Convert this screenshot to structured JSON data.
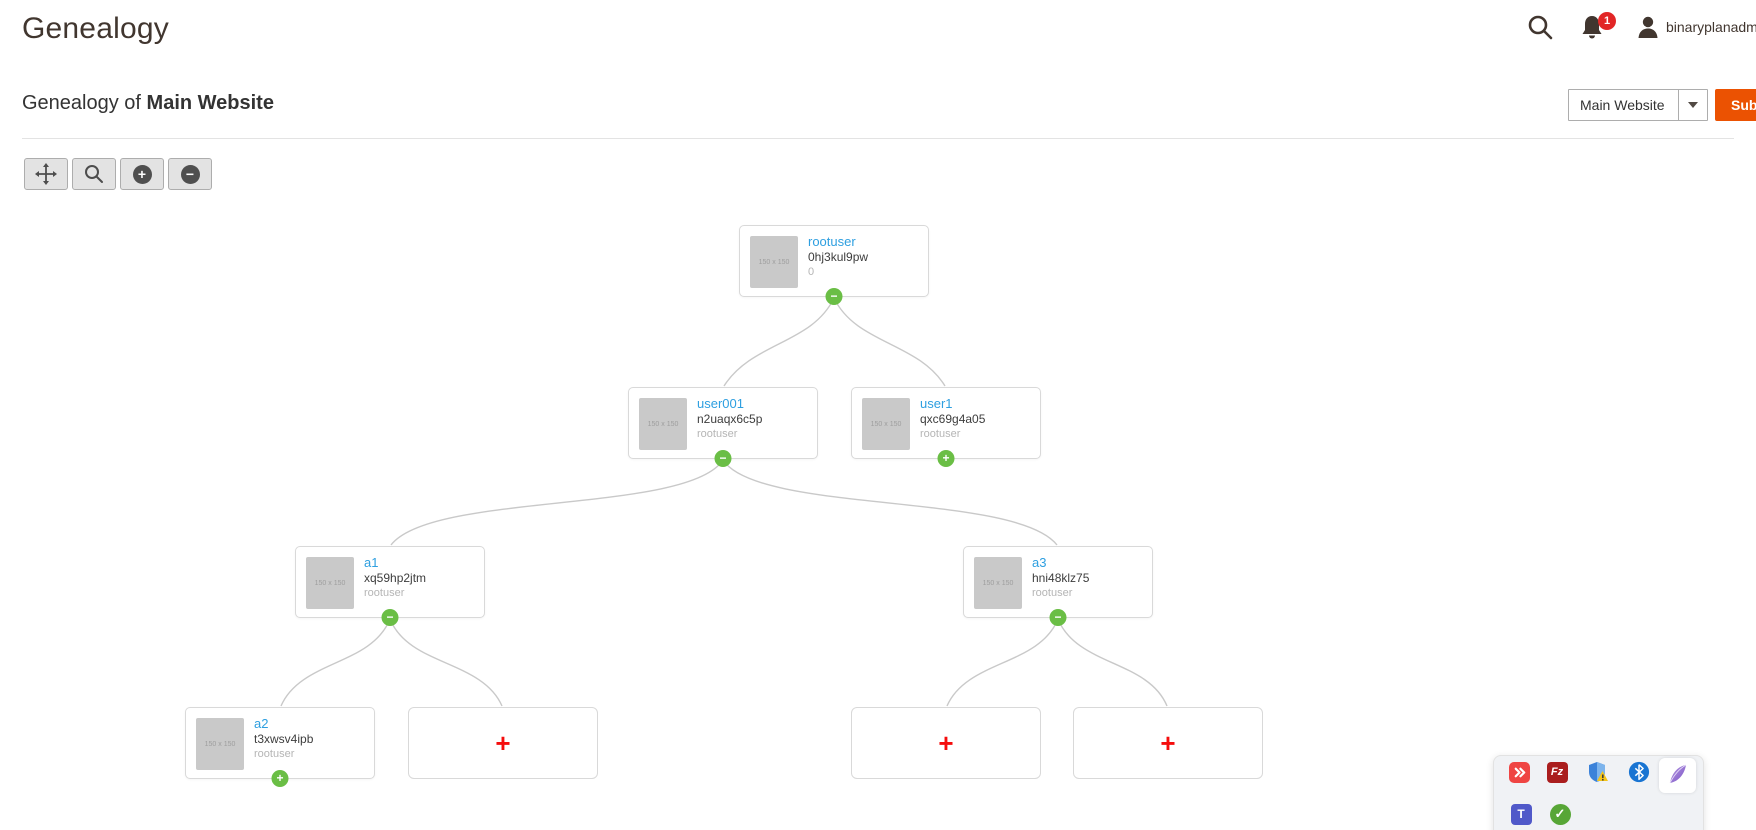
{
  "header": {
    "title": "Genealogy",
    "username": "binaryplanadmi",
    "notification_count": "1"
  },
  "subheader": {
    "prefix": "Genealogy of ",
    "website_name": "Main Website"
  },
  "controls": {
    "website_selector_value": "Main Website",
    "submit_label": "Submit"
  },
  "tree_toolbar": {
    "zoom_in_glyph": "+",
    "zoom_out_glyph": "−"
  },
  "tree": {
    "placeholder_label": "150 x 150",
    "empty_add_label": "+",
    "nodes": [
      {
        "username": "rootuser",
        "code": "0hj3kul9pw",
        "sponsor": "0",
        "toggle_glyph": "−"
      },
      {
        "username": "user001",
        "code": "n2uaqx6c5p",
        "sponsor": "rootuser",
        "toggle_glyph": "−"
      },
      {
        "username": "user1",
        "code": "qxc69g4a05",
        "sponsor": "rootuser",
        "toggle_glyph": "+"
      },
      {
        "username": "a1",
        "code": "xq59hp2jtm",
        "sponsor": "rootuser",
        "toggle_glyph": "−"
      },
      {
        "username": "a3",
        "code": "hni48klz75",
        "sponsor": "rootuser",
        "toggle_glyph": "−"
      },
      {
        "username": "a2",
        "code": "t3xwsv4ipb",
        "sponsor": "rootuser",
        "toggle_glyph": "+"
      }
    ]
  },
  "tray": {
    "filezilla_glyph": "Fz",
    "teams_glyph": "T",
    "check_glyph": "✓"
  },
  "colors": {
    "accent_orange": "#eb5202",
    "link_blue": "#2e9fe0",
    "toggle_green": "#6abe45",
    "add_red": "#f50d0d",
    "badge_red": "#e22626",
    "header_text": "#41362f"
  }
}
